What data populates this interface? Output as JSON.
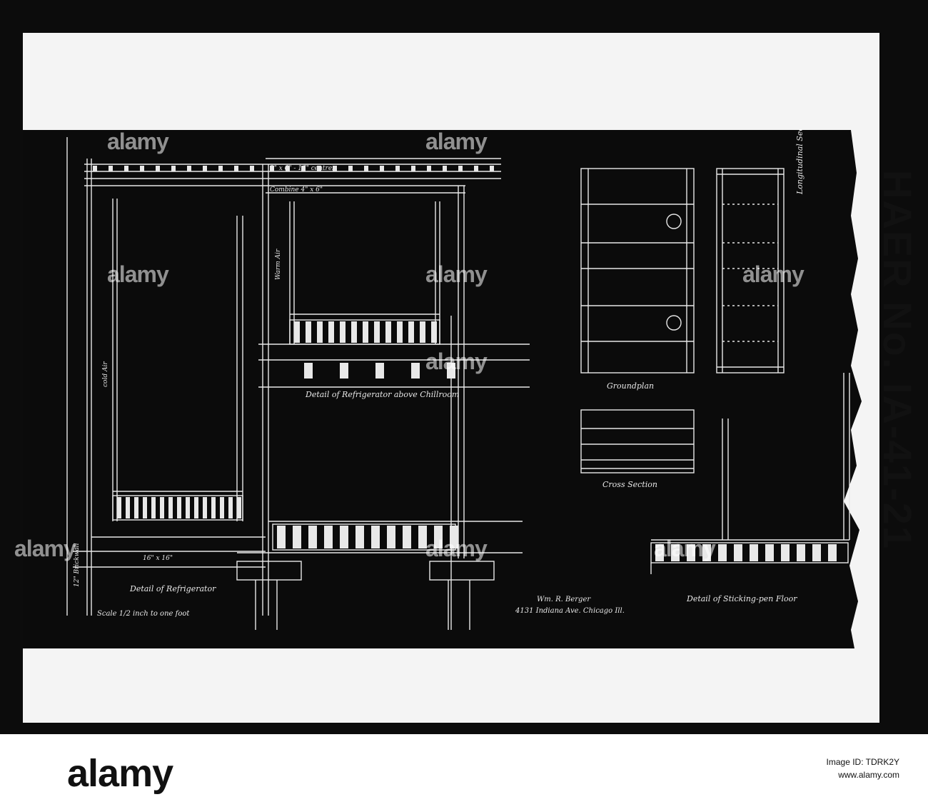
{
  "record_id": "HAER No. IA-41-21",
  "watermark": "alamy",
  "footer": {
    "logo": "alamy",
    "image_id_label": "Image ID: TDRK2Y",
    "site": "www.alamy.com"
  },
  "drawing": {
    "details": [
      {
        "title": "Detail of Refrigerator"
      },
      {
        "title": "Detail of Refrigerator above Chillroom"
      },
      {
        "title": "Detail of Sticking-pen Floor"
      }
    ],
    "views": {
      "groundplan": "Groundplan",
      "longitudinal_section": "Longitudinal Section",
      "cross_section": "Cross Section"
    },
    "scale_note": "Scale 1/2 inch to one foot",
    "author": "Wm. R. Berger",
    "author_address": "4131 Indiana Ave. Chicago Ill.",
    "labels": {
      "cold_air": "cold Air",
      "warm_air": "Warm Air",
      "brickwall": "12\" Brickwall",
      "timber": "16\" x 16\"",
      "combine": "Combine 4\" x 6\"",
      "joists": "2\" x 6\" - 16\" centres"
    }
  },
  "colors": {
    "frame": "#0c0c0c",
    "plate": "#f4f4f4",
    "blueprint": "#0b0b0b",
    "line": "#e8e8e8"
  }
}
